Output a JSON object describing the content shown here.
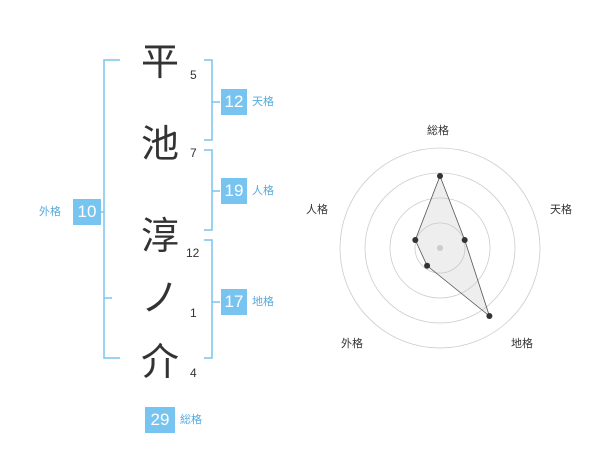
{
  "name": {
    "chars": [
      {
        "char": "平",
        "strokes": "5"
      },
      {
        "char": "池",
        "strokes": "7"
      },
      {
        "char": "淳",
        "strokes": "12"
      },
      {
        "char": "ノ",
        "strokes": "1"
      },
      {
        "char": "介",
        "strokes": "4"
      }
    ]
  },
  "fortune": {
    "tenkaku": {
      "value": "12",
      "label": "天格"
    },
    "jinkaku": {
      "value": "19",
      "label": "人格"
    },
    "chikaku": {
      "value": "17",
      "label": "地格"
    },
    "gaikaku": {
      "value": "10",
      "label": "外格"
    },
    "soukaku": {
      "value": "29",
      "label": "総格"
    }
  },
  "colors": {
    "accent": "#78c4f0",
    "text": "#333333",
    "label": "#55aadd"
  },
  "chart_data": {
    "type": "radar",
    "axes": [
      "総格",
      "天格",
      "地格",
      "外格",
      "人格"
    ],
    "range": [
      0,
      5
    ],
    "rings": 4,
    "values": [
      3.6,
      1.3,
      4.2,
      1.1,
      1.3
    ]
  }
}
